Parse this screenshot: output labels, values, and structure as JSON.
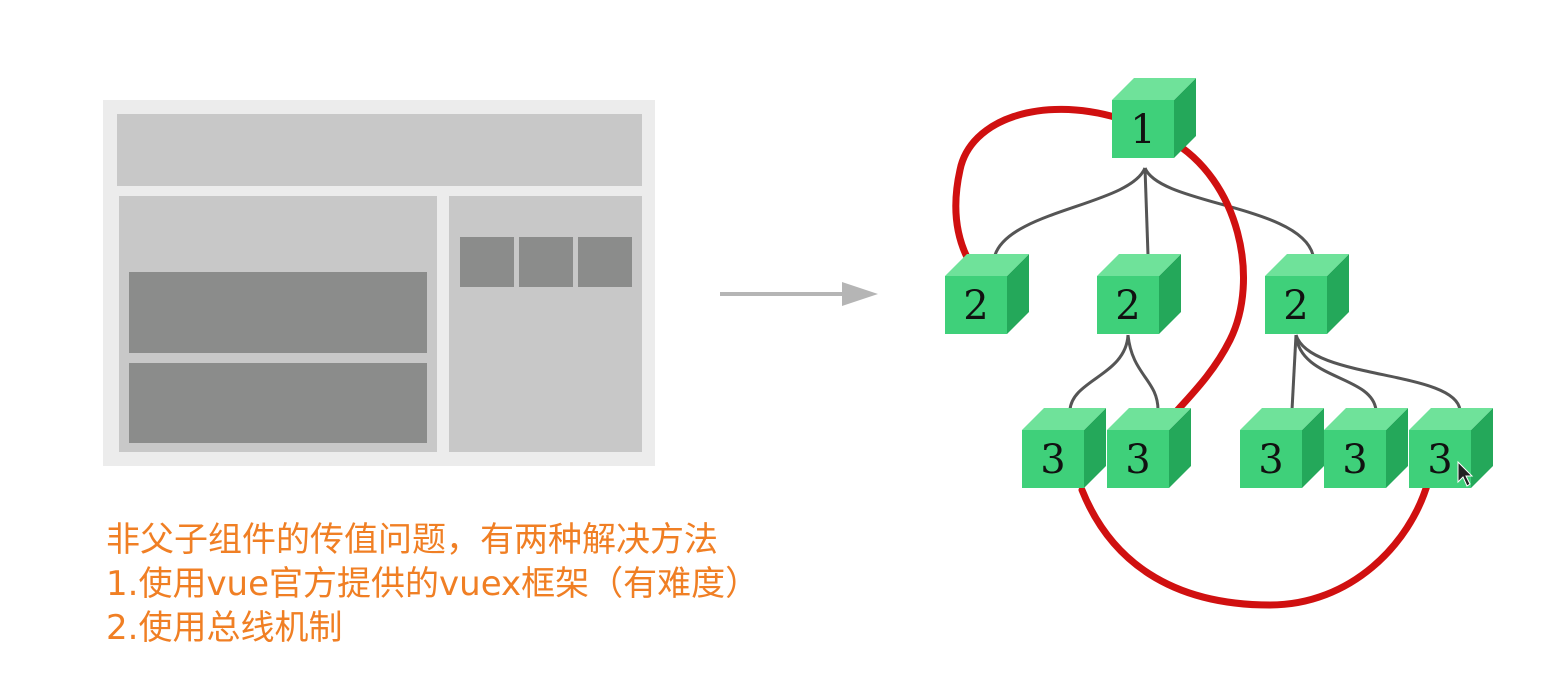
{
  "diagram": {
    "nodes": [
      {
        "id": "root",
        "label": "1"
      },
      {
        "id": "a",
        "label": "2"
      },
      {
        "id": "b",
        "label": "2"
      },
      {
        "id": "c",
        "label": "2"
      },
      {
        "id": "b1",
        "label": "3"
      },
      {
        "id": "b2",
        "label": "3"
      },
      {
        "id": "c1",
        "label": "3"
      },
      {
        "id": "c2",
        "label": "3"
      },
      {
        "id": "c3",
        "label": "3"
      }
    ],
    "edges": [
      [
        "root",
        "a"
      ],
      [
        "root",
        "b"
      ],
      [
        "root",
        "c"
      ],
      [
        "b",
        "b1"
      ],
      [
        "b",
        "b2"
      ],
      [
        "c",
        "c1"
      ],
      [
        "c",
        "c2"
      ],
      [
        "c",
        "c3"
      ]
    ],
    "highlight_paths": [
      [
        "root",
        "a"
      ],
      [
        "root",
        "b2"
      ],
      [
        "b1",
        "c3"
      ]
    ],
    "colors": {
      "cube_front": "#3fd07a",
      "cube_top": "#6fe29a",
      "cube_side": "#24a85a",
      "path": "#d01010",
      "edge": "#555555",
      "wire_light": "#c8c8c8",
      "wire_dark": "#8b8c8b"
    }
  },
  "caption": {
    "line1": "非父子组件的传值问题，有两种解决方法",
    "line2": "1.使用vue官方提供的vuex框架（有难度）",
    "line3": "2.使用总线机制",
    "color": "#f07f24"
  }
}
